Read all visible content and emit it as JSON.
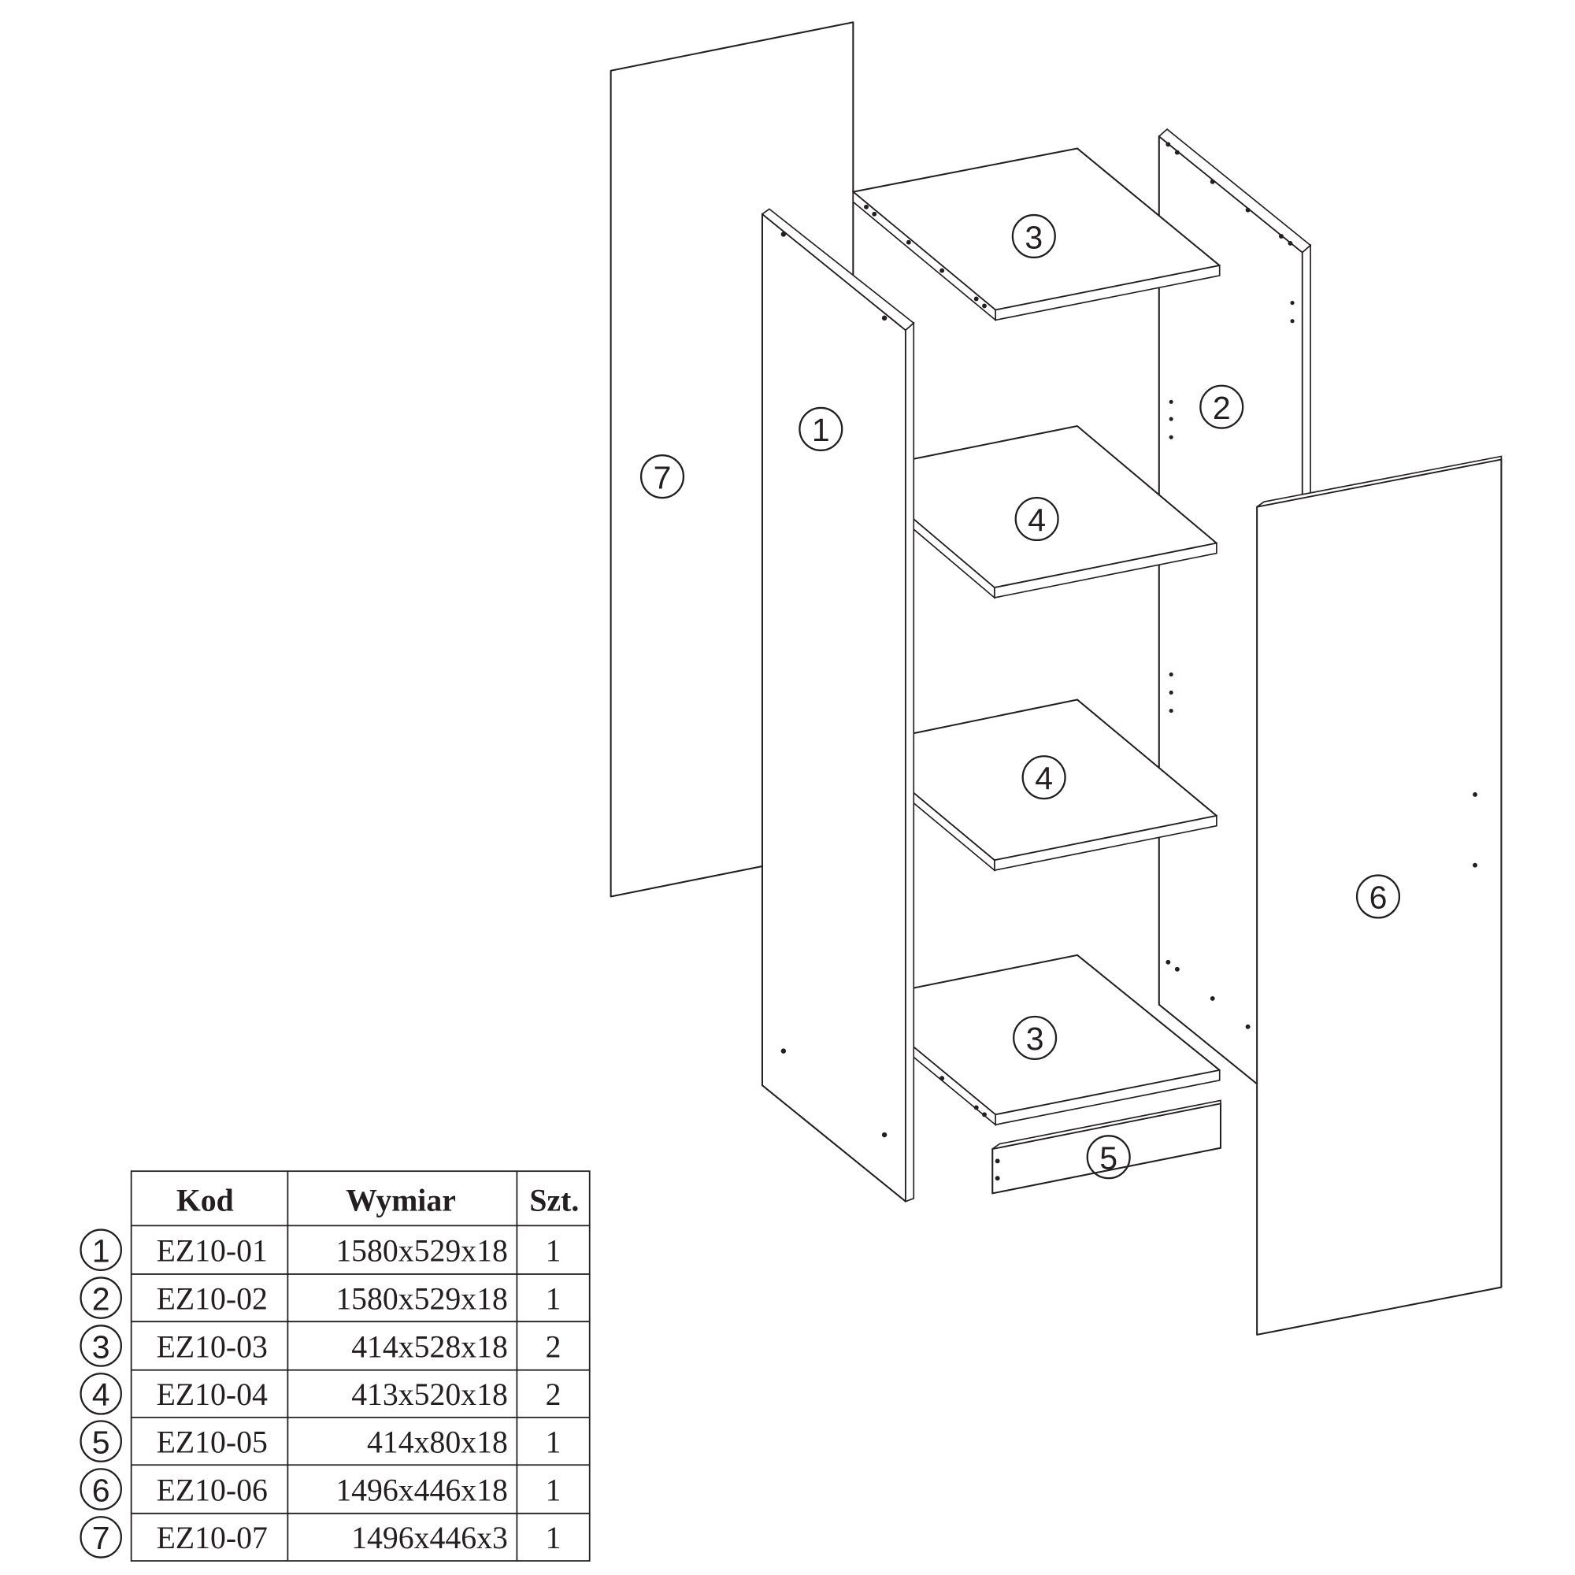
{
  "parts": [
    {
      "label": "1",
      "code": "EZ10-01",
      "dims": "1580x529x18",
      "qty": "1"
    },
    {
      "label": "2",
      "code": "EZ10-02",
      "dims": "1580x529x18",
      "qty": "1"
    },
    {
      "label": "3",
      "code": "EZ10-03",
      "dims": "414x528x18",
      "qty": "2"
    },
    {
      "label": "4",
      "code": "EZ10-04",
      "dims": "413x520x18",
      "qty": "2"
    },
    {
      "label": "5",
      "code": "EZ10-05",
      "dims": "414x80x18",
      "qty": "1"
    },
    {
      "label": "6",
      "code": "EZ10-06",
      "dims": "1496x446x18",
      "qty": "1"
    },
    {
      "label": "7",
      "code": "EZ10-07",
      "dims": "1496x446x3",
      "qty": "1"
    }
  ],
  "table": {
    "col_code": "Kod",
    "col_dims": "Wymiar",
    "col_qty": "Szt."
  },
  "colors": {
    "line": "#231f20",
    "background": "#ffffff"
  }
}
